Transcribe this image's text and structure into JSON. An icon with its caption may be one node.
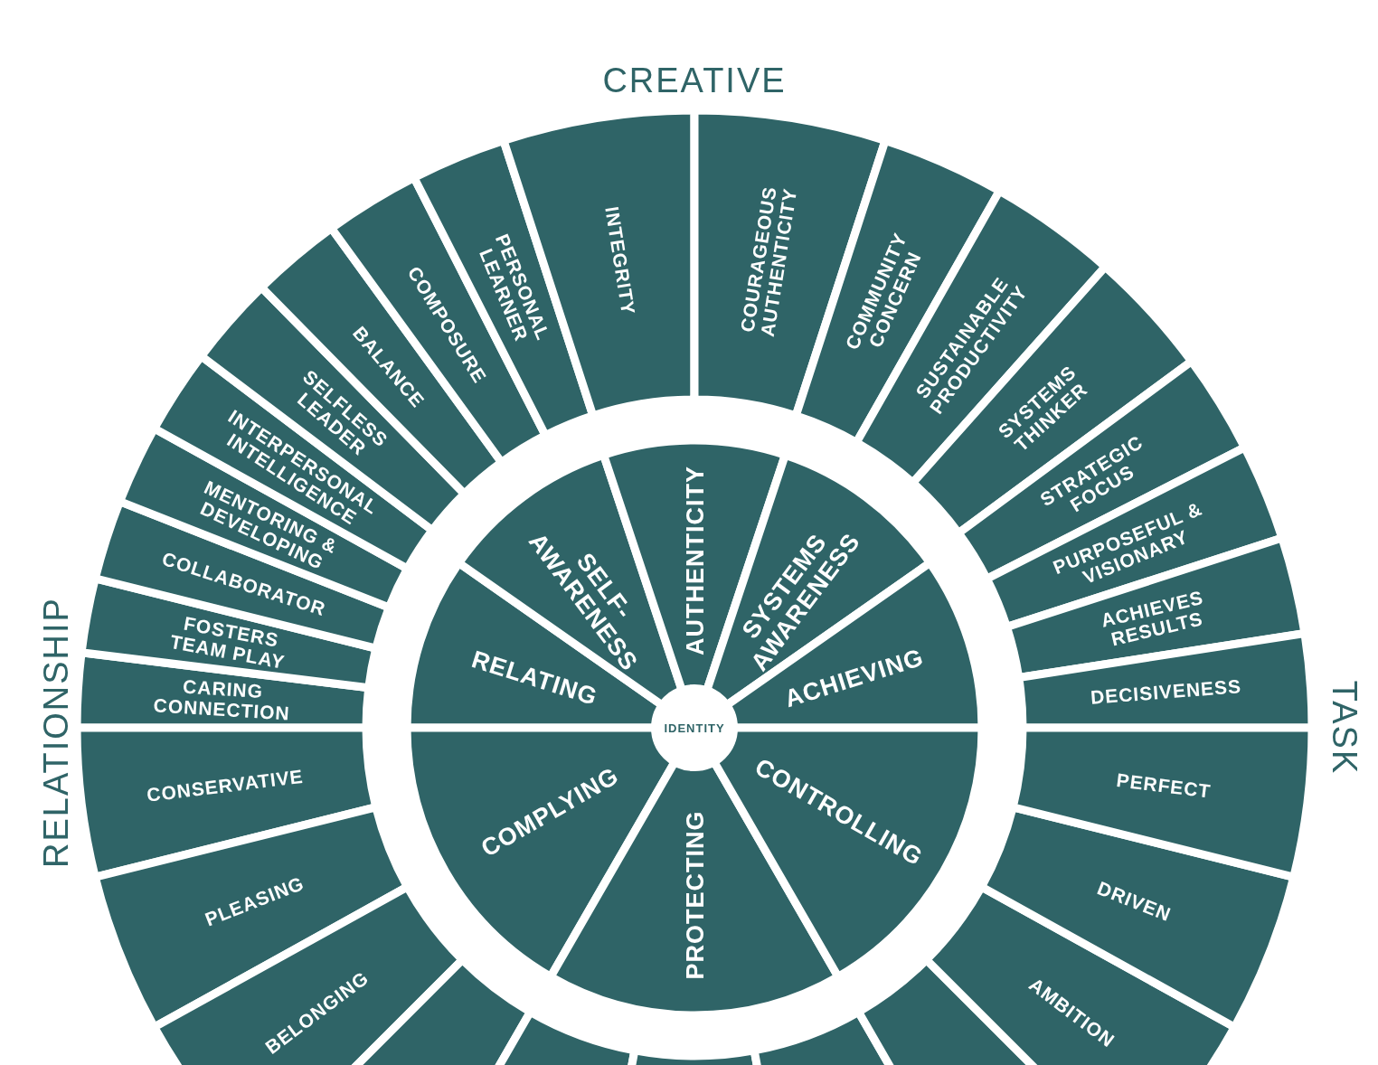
{
  "diagram": {
    "nodes": [
      {
        "text": [
          "CARING CONNECTION"
        ]
      },
      {
        "text": [
          "FOSTERS TEAM PLAY"
        ]
      },
      {
        "text": [
          "COLLABORATOR"
        ]
      },
      {
        "text": [
          "MENTORING & DEVELOPING"
        ]
      },
      {
        "text": [
          "INTERPERSONAL INTELLIGENCE"
        ]
      },
      {
        "text": [
          "SELFLESS LEADER"
        ]
      },
      {
        "text": [
          "BALANCE"
        ]
      },
      {
        "text": [
          "COMPOSURE"
        ]
      },
      {
        "text": [
          "PERSONAL LEARNER"
        ]
      },
      {
        "text": [
          "INTEGRITY"
        ]
      },
      {
        "text": [
          "COURAGEOUS AUTHENTICITY"
        ]
      },
      {
        "text": [
          "COMMUNITY CONCERN"
        ]
      },
      {
        "text": [
          "SUSTAINABLE PRODUCTIVITY"
        ]
      },
      {
        "text": [
          "SYSTEMS THINKER"
        ]
      },
      {
        "text": [
          "STRATEGIC FOCUS"
        ]
      },
      {
        "text": [
          "PURPOSEFUL & VISIONARY"
        ]
      },
      {
        "text": [
          "ACHIEVES RESULTS"
        ]
      },
      {
        "text": [
          "DECISIVENESS"
        ]
      },
      {
        "text": [
          "RELATING"
        ]
      },
      {
        "text": [
          "SELF-AWARENESS"
        ]
      },
      {
        "text": [
          "AUTHENTICITY"
        ]
      },
      {
        "text": [
          "SYSTEMS AWARENESS"
        ]
      },
      {
        "text": [
          "ACHIEVING"
        ]
      },
      {
        "text": [
          "IDENTITY"
        ]
      },
      {
        "text": [
          "COMPLYING"
        ]
      },
      {
        "text": [
          "PROTECTING"
        ]
      },
      {
        "text": [
          "CONTROLLING"
        ]
      },
      {
        "text": [
          "CONSERVATIVE"
        ]
      },
      {
        "text": [
          "PLEASING"
        ]
      },
      {
        "text": [
          "BELONGING"
        ]
      },
      {
        "text": [],
        "shape": "wedge"
      },
      {
        "text": [],
        "shape": "wedge"
      },
      {
        "text": [],
        "shape": "wedge"
      },
      {
        "text": [],
        "shape": "wedge"
      },
      {
        "text": [],
        "shape": "wedge"
      },
      {
        "text": [
          "AMBITION"
        ]
      },
      {
        "text": [
          "DRIVEN"
        ]
      },
      {
        "text": [
          "PERFECT"
        ]
      }
    ],
    "edges": [],
    "labels": [
      "CREATIVE",
      "RELATIONSHIP",
      "TASK"
    ]
  }
}
